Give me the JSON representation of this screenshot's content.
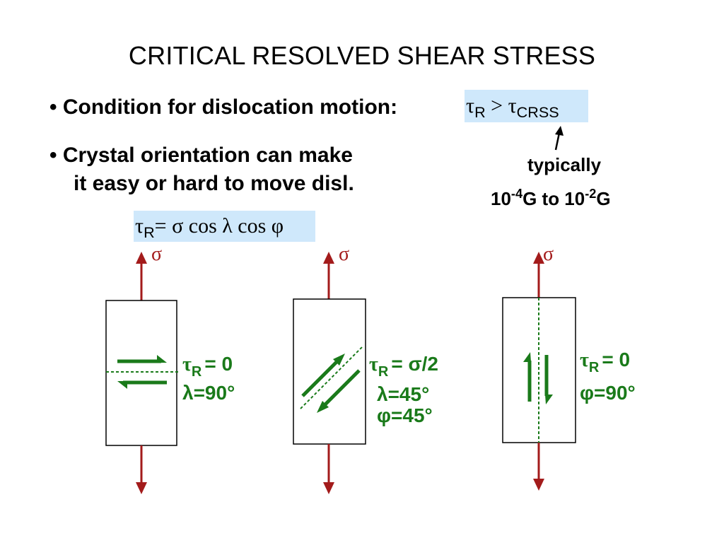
{
  "title": "CRITICAL RESOLVED SHEAR STRESS",
  "bullets": [
    {
      "text": "• Condition for dislocation motion:"
    },
    {
      "line1": "• Crystal orientation can make",
      "line2": "it easy or hard to move disl."
    }
  ],
  "condition": {
    "tau": "τ",
    "sub_r": "R",
    "op": " > ",
    "sub_crss": "CRSS"
  },
  "typical": {
    "label": "typically",
    "base1": "10",
    "exp1": "-4",
    "unit1": "G to 10",
    "exp2": "-2",
    "unit2": "G"
  },
  "formula": {
    "tau": "τ",
    "sub_r": "R",
    "rest": "= σ cos λ cos φ"
  },
  "stress_symbol": "σ",
  "cases": [
    {
      "tau_val": "= 0",
      "angle1": "λ=90°",
      "angle2": ""
    },
    {
      "tau_val": "= σ/2",
      "angle1": "λ=45°",
      "angle2": "φ=45°"
    },
    {
      "tau_val": "= 0",
      "angle1": "φ=90°",
      "angle2": ""
    }
  ],
  "colors": {
    "arrow": "#a31b1b",
    "green": "#1a7a1a",
    "highlight": "#cfe8fb",
    "box_stroke": "#000000"
  }
}
